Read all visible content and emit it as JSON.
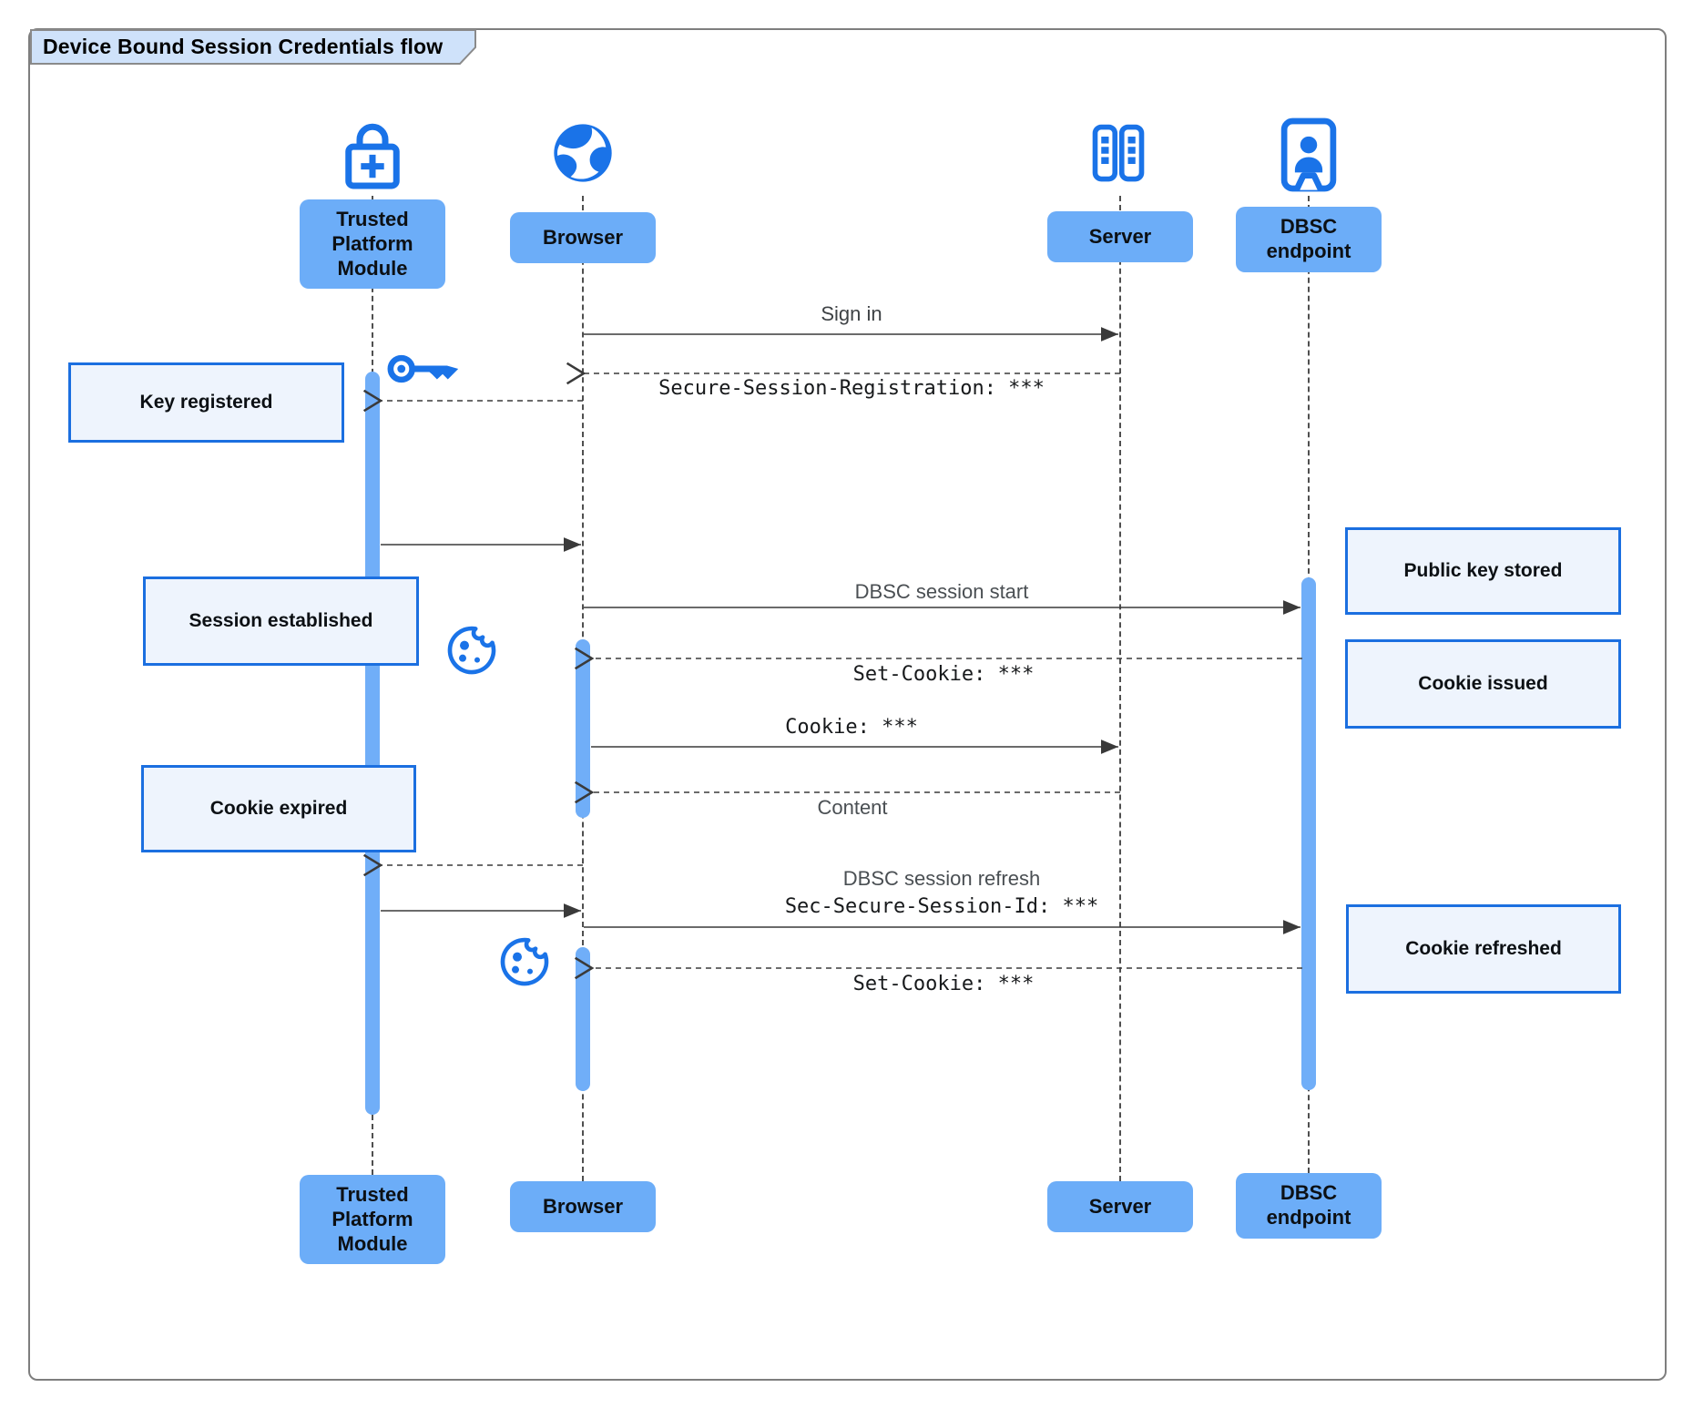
{
  "title": "Device Bound Session Credentials flow",
  "actors": {
    "tpm": {
      "label": "Trusted Platform Module",
      "icon": "lock-plus-icon"
    },
    "browser": {
      "label": "Browser",
      "icon": "globe-icon"
    },
    "server": {
      "label": "Server",
      "icon": "server-rack-icon"
    },
    "dbsc": {
      "label": "DBSC endpoint",
      "icon": "person-door-icon"
    }
  },
  "messages": {
    "sign_in": "Sign in",
    "secure_session_registration": "Secure-Session-Registration: ***",
    "dbsc_session_start": "DBSC session start",
    "set_cookie_1": "Set-Cookie: ***",
    "cookie": "Cookie: ***",
    "content": "Content",
    "dbsc_session_refresh": "DBSC session refresh",
    "sec_secure_session_id": "Sec-Secure-Session-Id: ***",
    "set_cookie_2": "Set-Cookie: ***"
  },
  "notes": {
    "key_registered": "Key registered",
    "session_established": "Session established",
    "cookie_expired": "Cookie expired",
    "public_key_stored": "Public key stored",
    "cookie_issued": "Cookie issued",
    "cookie_refreshed": "Cookie refreshed"
  },
  "colors": {
    "icon_blue": "#1a73e8",
    "actor_box_fill": "#6cadf8",
    "activation_bar_fill": "#70aef8",
    "note_fill": "#eef4fd",
    "note_border": "#1b6fe0",
    "title_tab_fill": "#cfe2fa",
    "arrow_line": "#3a3a3a"
  }
}
